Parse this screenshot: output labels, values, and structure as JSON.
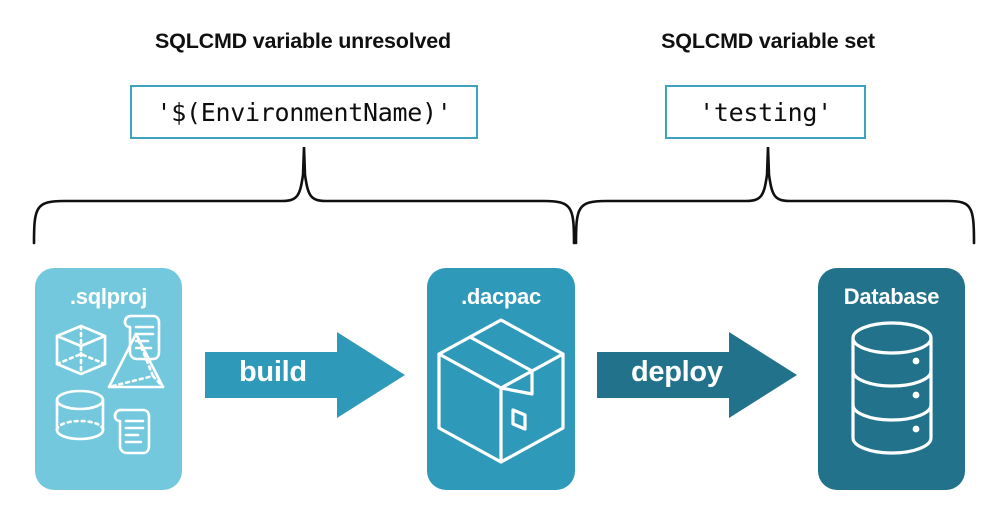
{
  "diagram": {
    "title_left": "SQLCMD variable unresolved",
    "title_right": "SQLCMD variable set",
    "code_left": "'$(EnvironmentName)'",
    "code_right": "'testing'",
    "stages": [
      {
        "label": ".sqlproj",
        "color": "#74c8de",
        "icon": "project-assets-icon"
      },
      {
        "label": ".dacpac",
        "color": "#2e99b8",
        "icon": "package-box-icon"
      },
      {
        "label": "Database",
        "color": "#21728a",
        "icon": "database-cylinder-icon"
      }
    ],
    "arrows": [
      {
        "label": "build",
        "color": "#2e99b8"
      },
      {
        "label": "deploy",
        "color": "#21728a"
      }
    ],
    "braces": [
      {
        "name": "brace-build-phase",
        "spans": ".sqlproj to .dacpac"
      },
      {
        "name": "brace-deploy-phase",
        "spans": ".dacpac to Database"
      }
    ],
    "colors": {
      "light_teal": "#74c8de",
      "mid_teal": "#2e99b8",
      "dark_teal": "#21728a",
      "code_border": "#3da3bf",
      "text": "#101010",
      "background": "#ffffff"
    }
  }
}
